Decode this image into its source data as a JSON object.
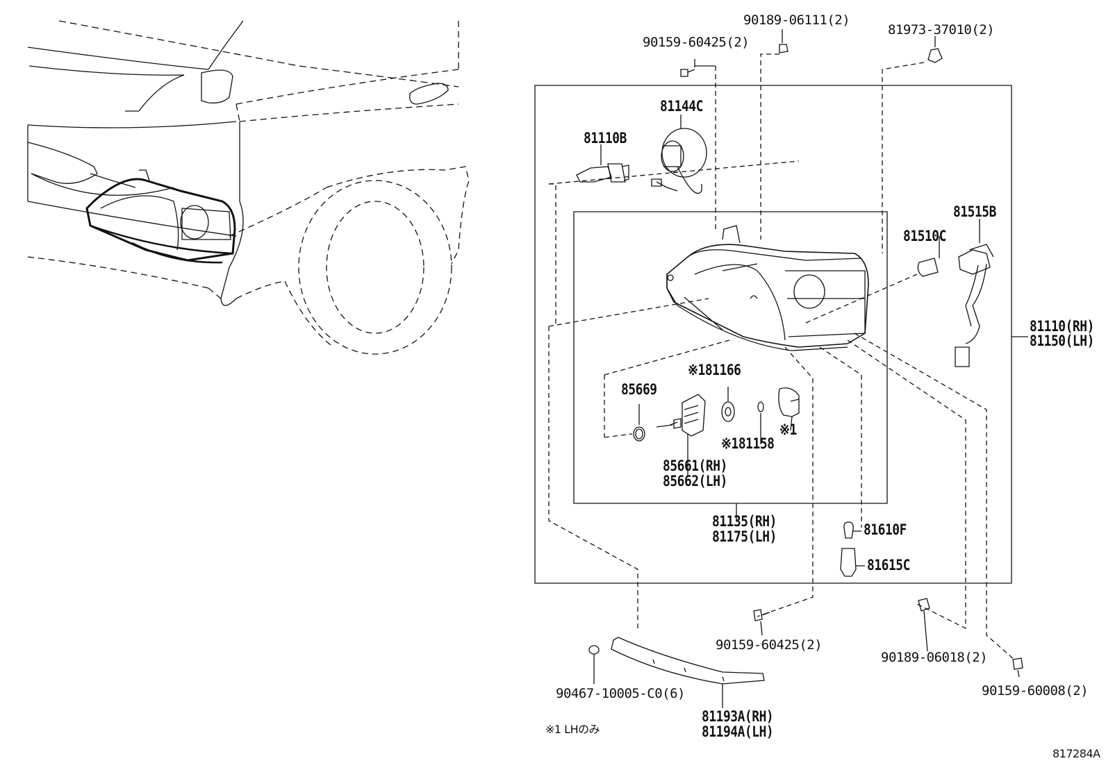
{
  "labels": {
    "p90189_06111": "90189-06111(2)",
    "p90159_60425_top": "90159-60425(2)",
    "p81973_37010": "81973-37010(2)",
    "p81144C": "81144C",
    "p81110B": "81110B",
    "p81515B": "81515B",
    "p81510C": "81510C",
    "p81110_rh": "81110(RH)",
    "p81150_lh": "81150(LH)",
    "p81166": "※181166",
    "p85669": "85669",
    "p81158": "※181158",
    "p_note1": "※1",
    "p85661_rh": "85661(RH)",
    "p85662_lh": "85662(LH)",
    "p81135_rh": "81135(RH)",
    "p81175_lh": "81175(LH)",
    "p81610F": "81610F",
    "p81615C": "81615C",
    "p90159_60425_bot": "90159-60425(2)",
    "p90189_06018": "90189-06018(2)",
    "p90159_60008": "90159-60008(2)",
    "p90467": "90467-10005-C0(6)",
    "p81193A_rh": "81193A(RH)",
    "p81194A_lh": "81194A(LH)",
    "footnote": "※1 LHのみ",
    "diagram_id": "817284A"
  }
}
